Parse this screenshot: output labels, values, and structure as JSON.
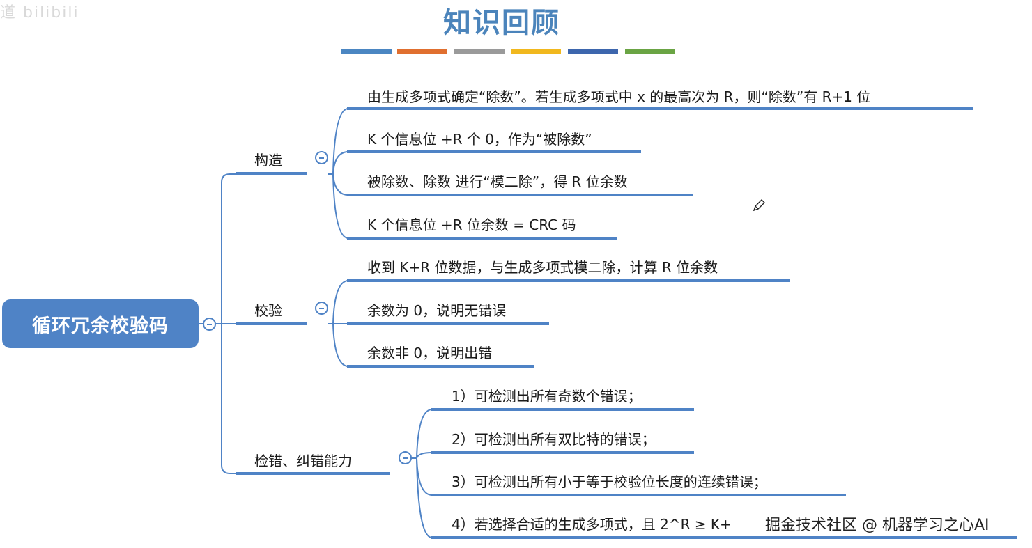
{
  "title": "知识回顾",
  "watermark_top_left": "道 bilibili",
  "watermark_bottom_right": "掘金技术社区 @ 机器学习之心AI",
  "colors": {
    "accent": "#4f83c6",
    "bars": [
      "#4b86c2",
      "#e06f2f",
      "#9a9a9a",
      "#f1b81e",
      "#3d66ad",
      "#6aa444"
    ]
  },
  "root": {
    "label": "循环冗余校验码"
  },
  "branches": [
    {
      "label": "构造",
      "items": [
        "由生成多项式确定“除数”。若生成多项式中 x 的最高次为 R，则“除数”有 R+1 位",
        "K 个信息位 +R 个 0，作为“被除数”",
        "被除数、除数 进行“模二除”，得 R 位余数",
        "K 个信息位 +R 位余数 = CRC 码"
      ]
    },
    {
      "label": "校验",
      "items": [
        "收到 K+R 位数据，与生成多项式模二除，计算 R 位余数",
        "余数为 0，说明无错误",
        "余数非 0，说明出错"
      ]
    },
    {
      "label": "检错、纠错能力",
      "items": [
        "1）可检测出所有奇数个错误；",
        "2）可检测出所有双比特的错误；",
        "3）可检测出所有小于等于校验位长度的连续错误；",
        "4）若选择合适的生成多项式，且 2^R ≥ K+"
      ]
    }
  ]
}
